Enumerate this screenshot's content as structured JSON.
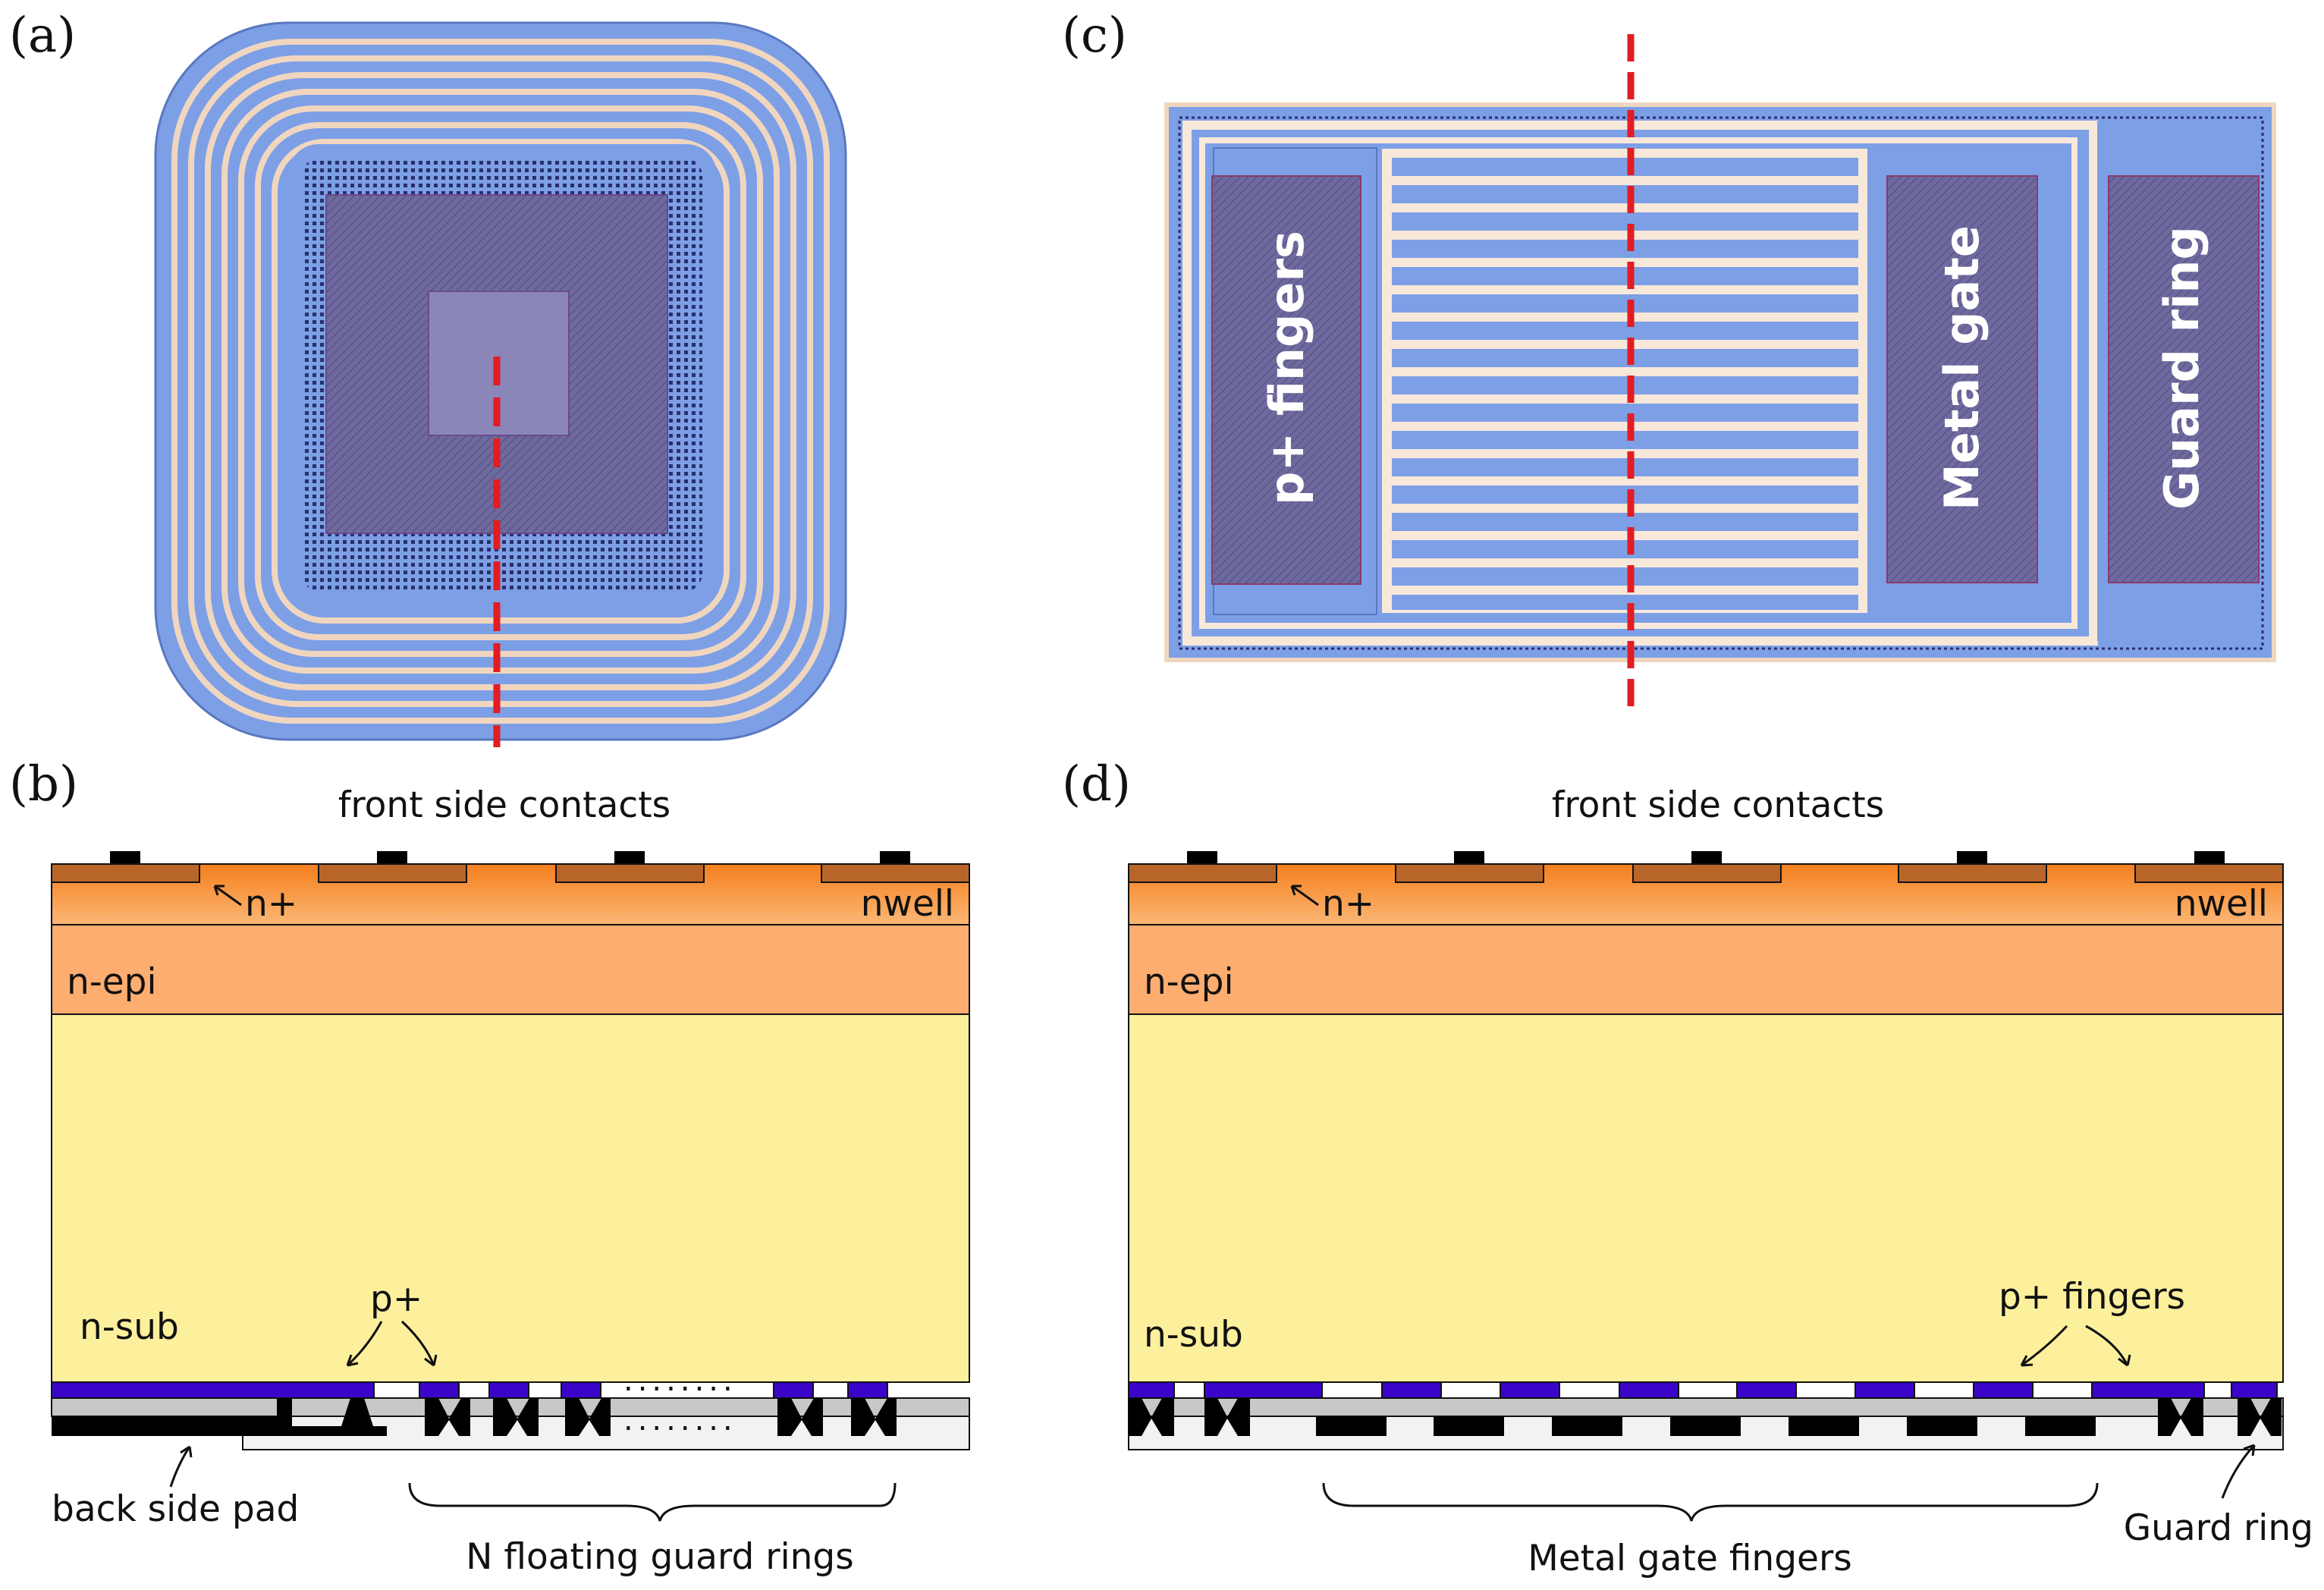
{
  "panels": {
    "a": {
      "letter": "(a)"
    },
    "b": {
      "letter": "(b)",
      "front_label": "front side contacts",
      "n_plus": "n+",
      "nwell": "nwell",
      "n_epi": "n-epi",
      "n_sub": "n-sub",
      "p_plus": "p+",
      "dots": "........",
      "back_pad": "back side pad",
      "bottom": "N floating guard rings"
    },
    "c": {
      "letter": "(c)",
      "p_fingers": "p+ fingers",
      "metal_gate": "Metal gate",
      "guard_ring": "Guard ring"
    },
    "d": {
      "letter": "(d)",
      "front_label": "front side contacts",
      "n_plus": "n+",
      "nwell": "nwell",
      "n_epi": "n-epi",
      "n_sub": "n-sub",
      "p_fingers": "p+ fingers",
      "bottom": "Metal gate fingers",
      "guard_ring": "Guard ring"
    }
  },
  "colors": {
    "nwell_top": "#f57f1e",
    "nwell_bottom": "#fbb16a",
    "n_plus": "#b8652a",
    "n_epi": "#fdad70",
    "n_sub": "#fdf09c",
    "p_plus": "#3b05c9",
    "metal": "#000000",
    "oxide": "#c8c8c8",
    "passivation": "#f2f2f2",
    "layout_blue": "#7d9fe6",
    "layout_purple": "#6c6c9c",
    "ring_light": "#f3ddc8",
    "cut_line": "#e21c23"
  }
}
